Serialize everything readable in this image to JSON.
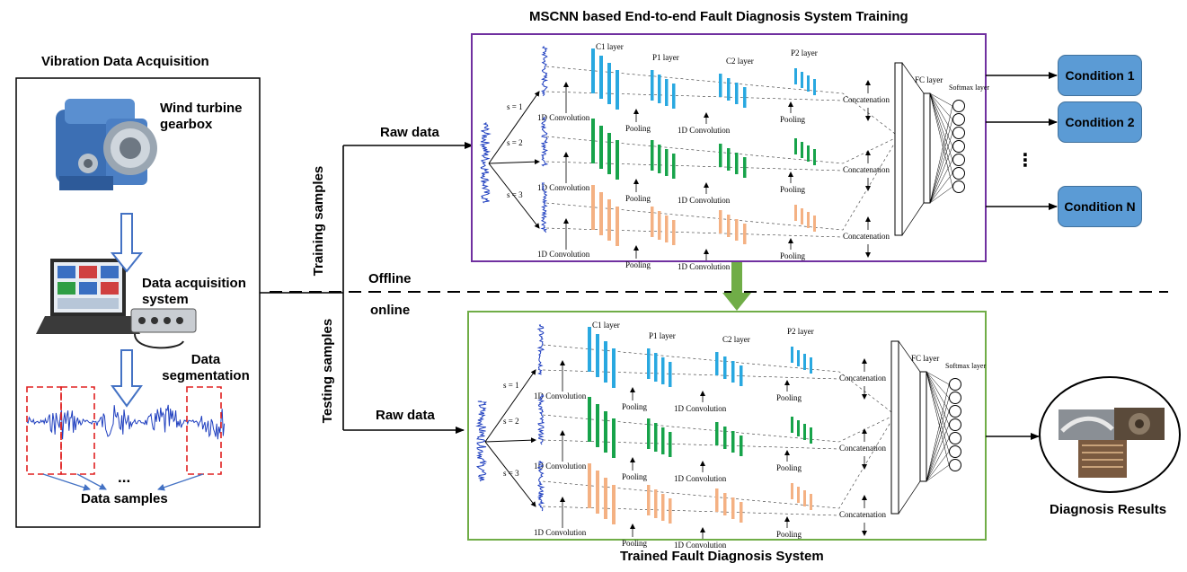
{
  "acquisition": {
    "title": "Vibration Data Acquisition",
    "gearbox_label": "Wind turbine gearbox",
    "daq_label": "Data acquisition system",
    "segmentation_label": "Data segmentation",
    "ellipsis": "...",
    "samples_label": "Data samples"
  },
  "flow": {
    "training_samples": "Training samples",
    "testing_samples": "Testing samples",
    "offline": "Offline",
    "online": "online",
    "raw_data_top": "Raw data",
    "raw_data_bottom": "Raw data"
  },
  "training": {
    "title": "MSCNN based End-to-end Fault Diagnosis System Training",
    "border_color": "#7030a0"
  },
  "testing": {
    "title": "Trained Fault Diagnosis System",
    "border_color": "#70ad47"
  },
  "network": {
    "c1": "C1 layer",
    "p1": "P1 layer",
    "c2": "C2 layer",
    "p2": "P2 layer",
    "fc": "FC layer",
    "softmax": "Softmax layer",
    "concat": "Concatenation",
    "conv": "1D Convolution",
    "pooling": "Pooling",
    "scales": [
      "s = 1",
      "s = 2",
      "s = 3"
    ],
    "scale_colors": [
      "#29a8e0",
      "#17a34a",
      "#f4b183"
    ]
  },
  "conditions": {
    "items": [
      "Condition 1",
      "Condition 2",
      "Condition N"
    ],
    "ellipsis": "⋮",
    "color": "#5b9bd5"
  },
  "results": {
    "label": "Diagnosis Results"
  }
}
